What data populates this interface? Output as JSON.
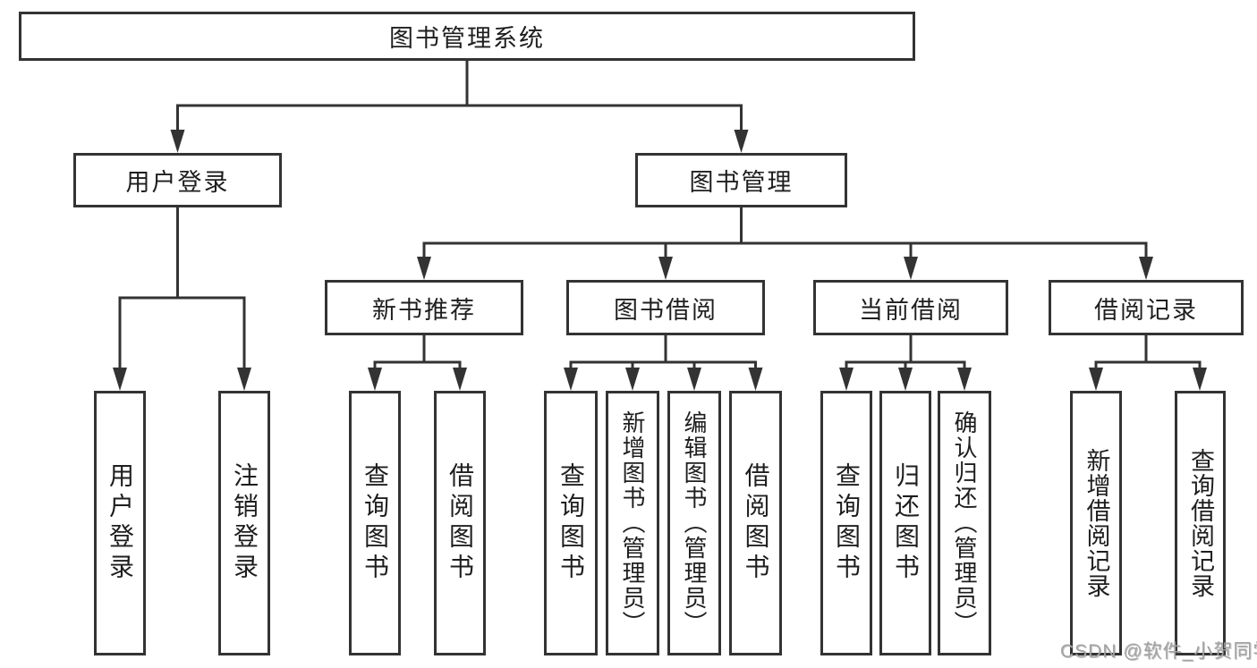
{
  "diagram": {
    "title": "图书管理系统",
    "colors": {
      "line": "#333333",
      "text": "#1e1e1e",
      "background": "#ffffff",
      "watermark": "#a3a3a3"
    },
    "nodes": {
      "root": {
        "label": "图书管理系统"
      },
      "level2": [
        {
          "label": "用户登录",
          "parent": "图书管理系统"
        },
        {
          "label": "图书管理",
          "parent": "图书管理系统"
        }
      ],
      "level3": [
        {
          "label": "新书推荐",
          "parent": "图书管理"
        },
        {
          "label": "图书借阅",
          "parent": "图书管理"
        },
        {
          "label": "当前借阅",
          "parent": "图书管理"
        },
        {
          "label": "借阅记录",
          "parent": "图书管理"
        }
      ],
      "leaves": [
        {
          "label": "用户登录",
          "parent": "用户登录"
        },
        {
          "label": "注销登录",
          "parent": "用户登录"
        },
        {
          "label": "查询图书",
          "parent": "新书推荐"
        },
        {
          "label": "借阅图书",
          "parent": "新书推荐"
        },
        {
          "label": "查询图书",
          "parent": "图书借阅"
        },
        {
          "label": "新增图书（管理员）",
          "parent": "图书借阅"
        },
        {
          "label": "编辑图书（管理员）",
          "parent": "图书借阅"
        },
        {
          "label": "借阅图书",
          "parent": "图书借阅"
        },
        {
          "label": "查询图书",
          "parent": "当前借阅"
        },
        {
          "label": "归还图书",
          "parent": "当前借阅"
        },
        {
          "label": "确认归还（管理员）",
          "parent": "当前借阅"
        },
        {
          "label": "新增借阅记录",
          "parent": "借阅记录"
        },
        {
          "label": "查询借阅记录",
          "parent": "借阅记录"
        }
      ]
    },
    "watermark": "CSDN @软件_小贺同学"
  }
}
